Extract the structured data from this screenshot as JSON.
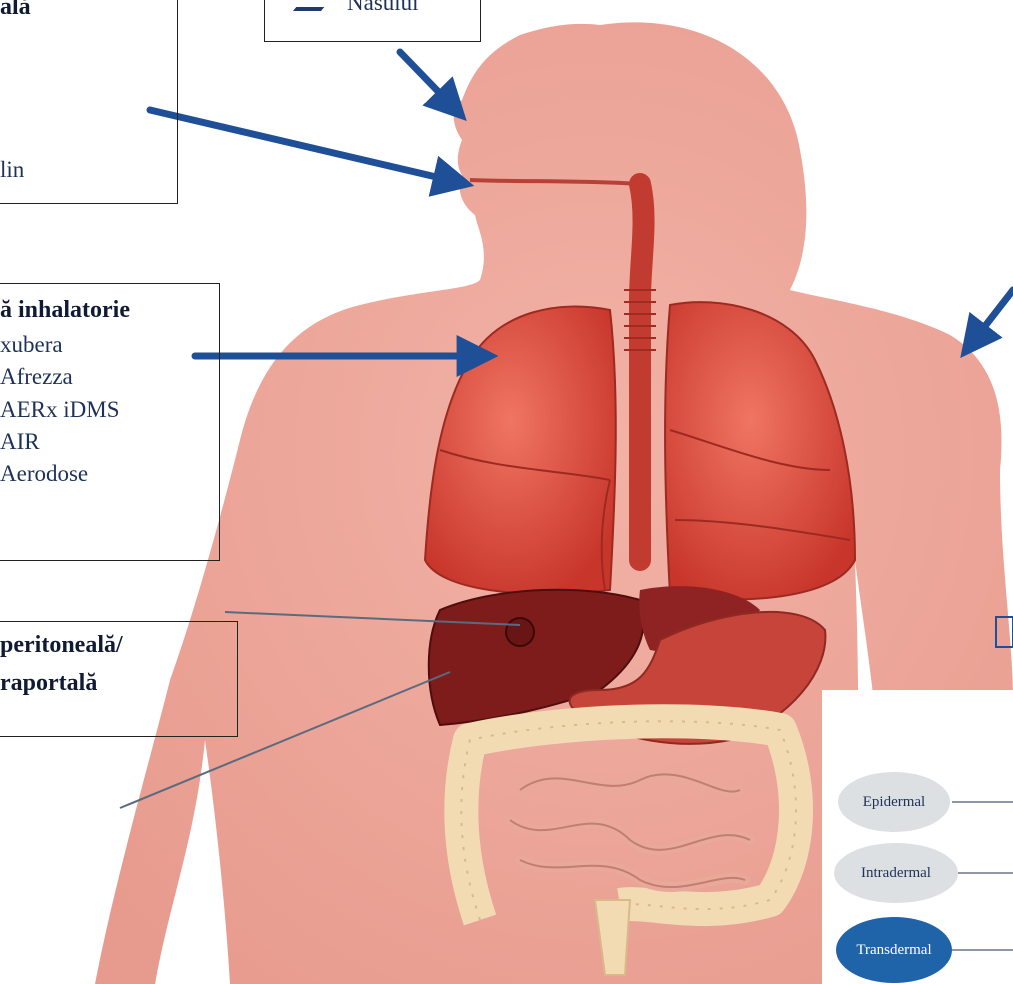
{
  "colors": {
    "skin": "#efa99c",
    "skinDark": "#e28d7f",
    "organ": "#d84a3a",
    "organDark": "#a82b22",
    "liver": "#7e1c1c",
    "arrow": "#1f4f96",
    "pillGray": "#dde0e2",
    "pillBlue": "#1f63a8"
  },
  "labels": {
    "box_oral_title": "ală",
    "box_oral_item": "lin",
    "box_nasal": "Nasului",
    "inhal_title": "ă inhalatorie",
    "inhal_items": [
      "xubera",
      "Afrezza",
      "AERx iDMS",
      "AIR",
      "Aerodose"
    ],
    "perit_line1": "peritoneală/",
    "perit_line2": "raportală"
  },
  "skin_routes": [
    "Epidermal",
    "Intradermal",
    "Transdermal"
  ]
}
